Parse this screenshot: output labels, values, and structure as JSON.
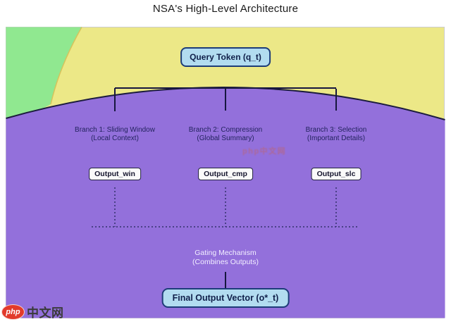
{
  "title": "NSA's High-Level Architecture",
  "query_box": {
    "label": "Query Token (q_t)"
  },
  "branches": [
    {
      "name_line1": "Branch 1: Sliding Window",
      "name_line2": "(Local Context)",
      "output_label": "Output_win"
    },
    {
      "name_line1": "Branch 2: Compression",
      "name_line2": "(Global Summary)",
      "output_label": "Output_cmp"
    },
    {
      "name_line1": "Branch 3: Selection",
      "name_line2": "(Important Details)",
      "output_label": "Output_slc"
    }
  ],
  "gating": {
    "line1": "Gating Mechanism",
    "line2": "(Combines Outputs)"
  },
  "final_box": {
    "label": "Final Output Vector (o*_t)"
  },
  "center_watermark": "php中文网",
  "footer_logo": {
    "badge": "php",
    "text": "中文网"
  },
  "colors": {
    "background_yellow": "#ece887",
    "background_green": "#90e890",
    "dome_purple": "#9370db",
    "outline_navy": "#1c1c3e",
    "node_blue_fill": "#b2dcf0",
    "node_blue_border": "#1d3c78",
    "output_box_fill": "#fafafa",
    "branch_text": "#23235f",
    "gating_text": "#f2eeff",
    "logo_red": "#e23a2b"
  }
}
